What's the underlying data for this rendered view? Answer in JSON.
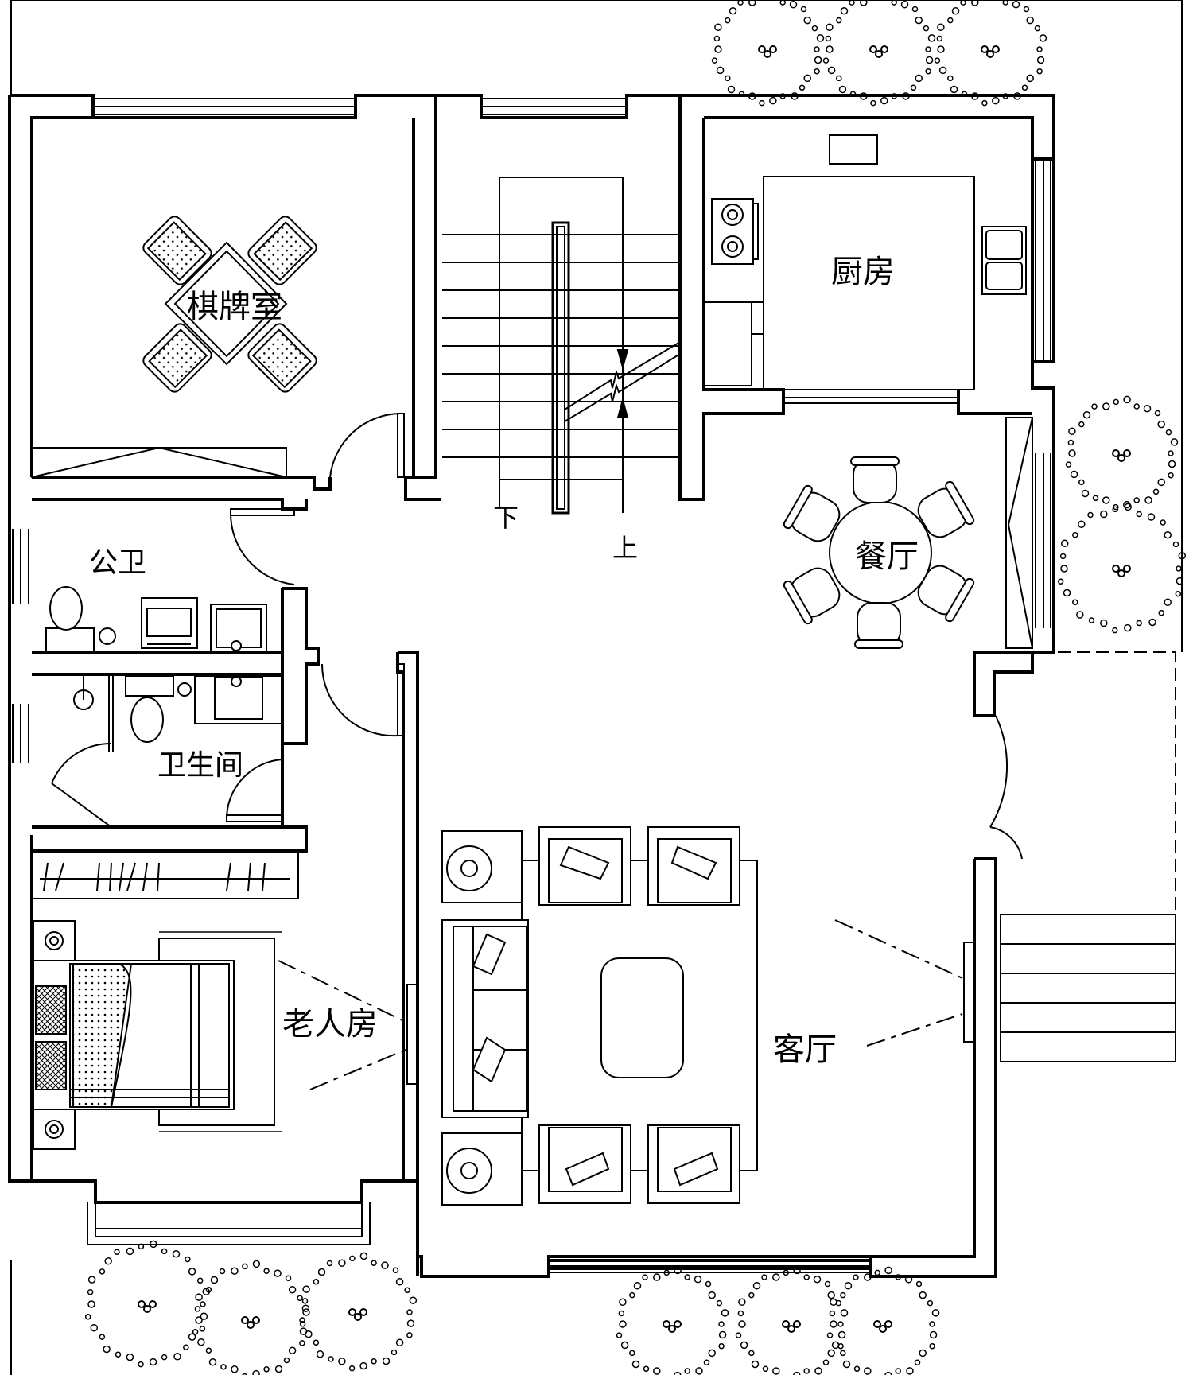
{
  "rooms": {
    "card_room": "棋牌室",
    "kitchen": "厨房",
    "public_wc": "公卫",
    "bathroom": "卫生间",
    "dining": "餐厅",
    "elderly_room": "老人房",
    "living_room": "客厅"
  },
  "stairs": {
    "down": "下",
    "up": "上"
  }
}
